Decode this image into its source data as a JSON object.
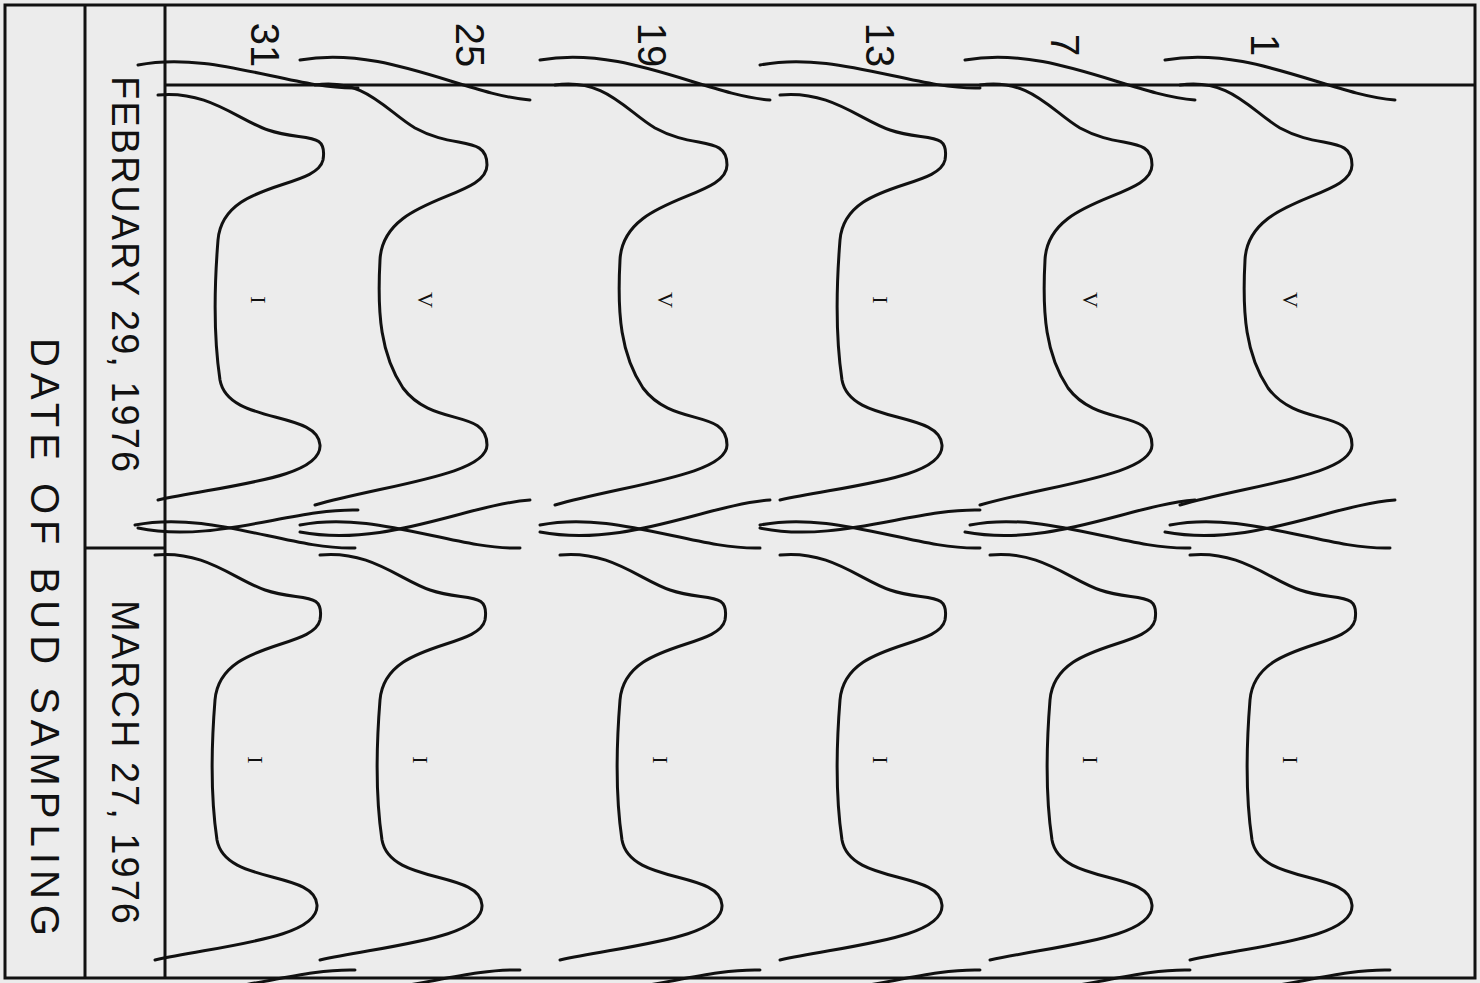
{
  "diagram": {
    "labels": [
      "1",
      "7",
      "13",
      "19",
      "25",
      "31",
      "FEBRUARY 29, 1976",
      "MARCH 27, 1976",
      "DATE OF BUD SAMPLING",
      "V",
      "V",
      "I",
      "V",
      "V",
      "I",
      "I",
      "I",
      "I",
      "I",
      "I",
      "I"
    ]
  }
}
